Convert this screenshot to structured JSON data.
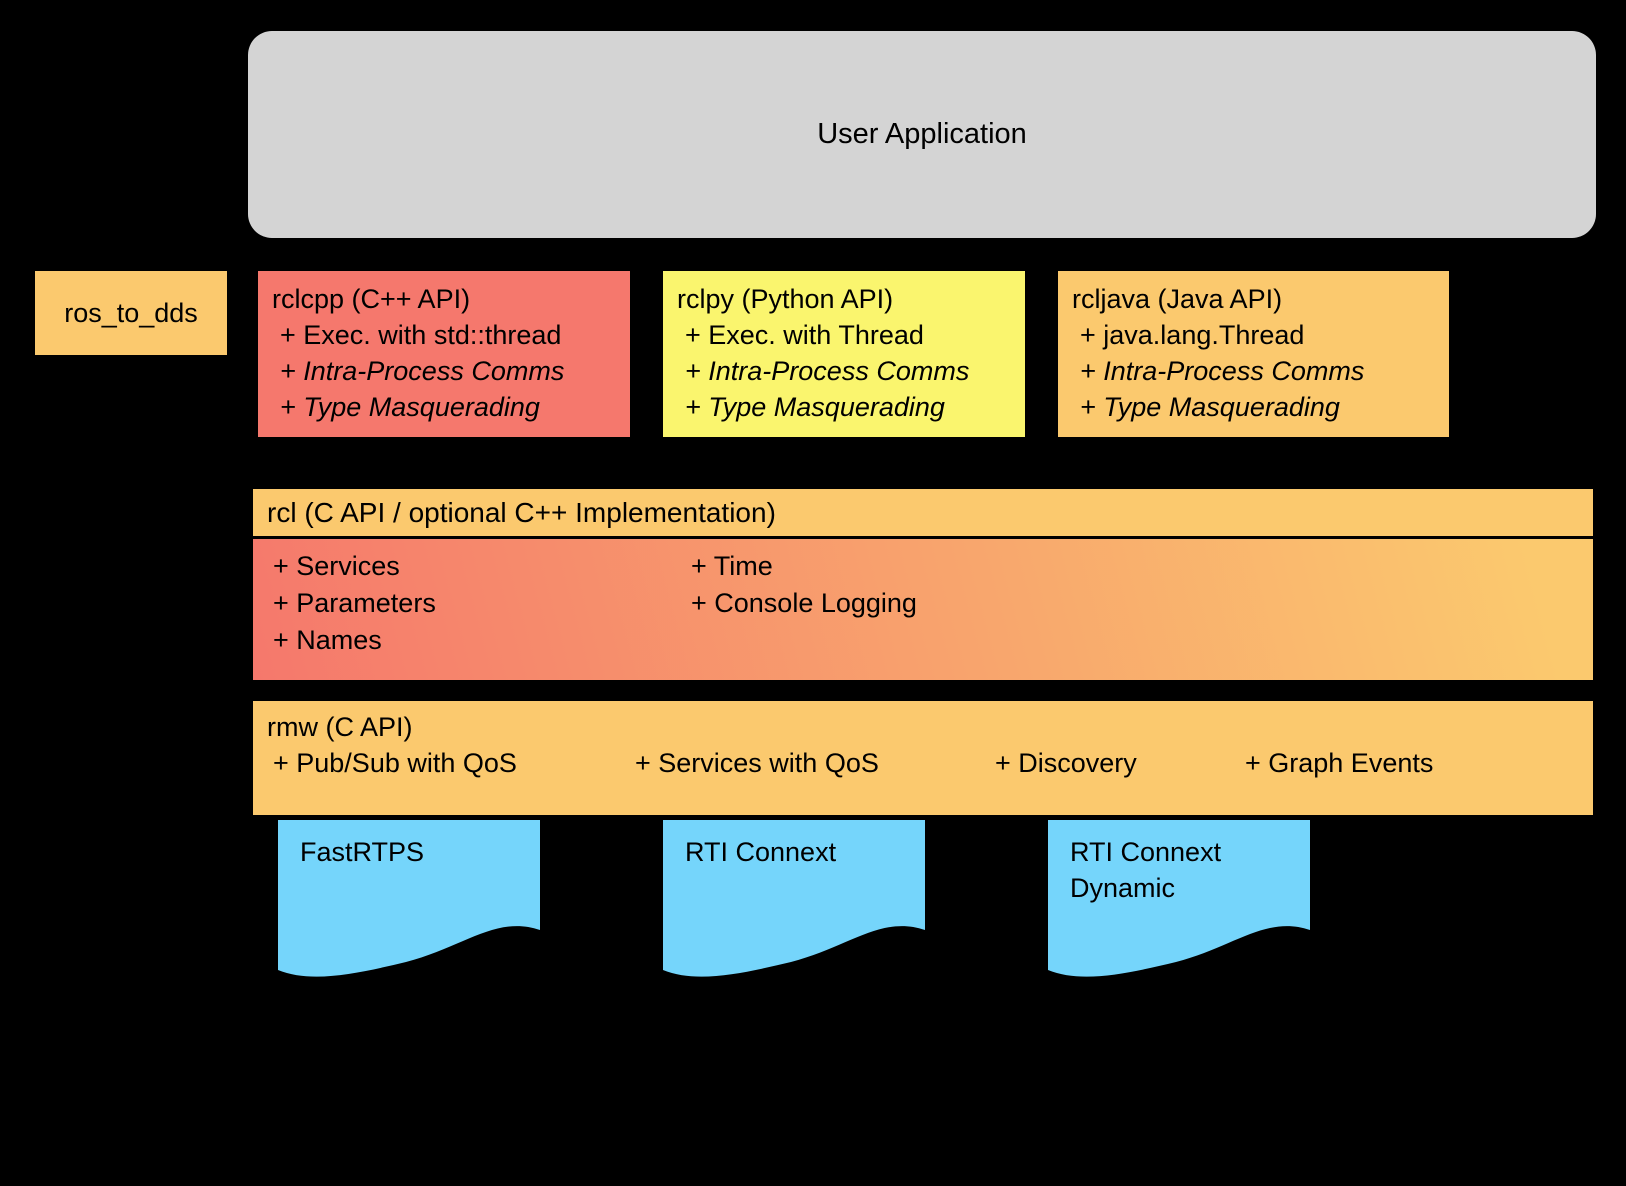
{
  "diagram": {
    "user_application": {
      "label": "User Application"
    },
    "ros_to_dds": {
      "label": "ros_to_dds"
    },
    "client_libraries": [
      {
        "id": "rclcpp",
        "title": "rclcpp (C++ API)",
        "features": [
          "+ Exec. with std::thread",
          "+ Intra-Process Comms",
          "+ Type Masquerading"
        ],
        "color": "#F5786D"
      },
      {
        "id": "rclpy",
        "title": "rclpy (Python API)",
        "features": [
          "+ Exec. with Thread",
          "+ Intra-Process Comms",
          "+ Type Masquerading"
        ],
        "color": "#FAF56E"
      },
      {
        "id": "rcljava",
        "title": "rcljava (Java API)",
        "features": [
          "+ java.lang.Thread",
          "+ Intra-Process Comms",
          "+ Type Masquerading"
        ],
        "color": "#FBC96E"
      }
    ],
    "rcl": {
      "title": "rcl (C API / optional C++ Implementation)",
      "column1": [
        "+ Services",
        "+ Parameters",
        "+ Names"
      ],
      "column2": [
        "+ Time",
        "+ Console Logging"
      ]
    },
    "rmw": {
      "title": "rmw (C API)",
      "features": [
        "+ Pub/Sub with QoS",
        "+ Services with QoS",
        "+ Discovery",
        "+ Graph Events"
      ]
    },
    "dds_implementations": [
      {
        "label1": "FastRTPS",
        "label2": ""
      },
      {
        "label1": "RTI Connext",
        "label2": ""
      },
      {
        "label1": "RTI Connext",
        "label2": "Dynamic"
      }
    ],
    "colors": {
      "background": "#000000",
      "gray": "#D4D4D4",
      "orange": "#FBC96E",
      "red": "#F5786D",
      "yellow": "#FAF56E",
      "blue": "#75D5FB",
      "gradient_left": "#F5786C",
      "gradient_right": "#FBC96E"
    }
  }
}
